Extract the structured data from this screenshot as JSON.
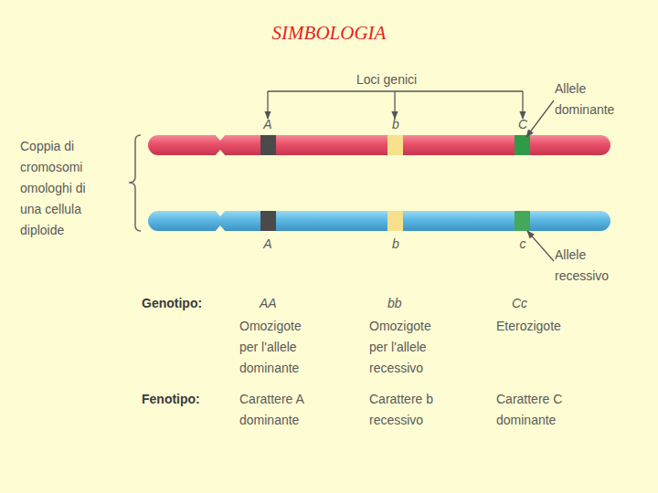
{
  "diagram": {
    "title": "SIMBOLOGIA",
    "labels": [
      "Loci genici",
      "Allele dominante",
      "A",
      "b",
      "C",
      "Coppia di cromosomi omologhi di una cellula diploide",
      "A",
      "b",
      "c",
      "Allele recessivo",
      "Genotipo:",
      "AA",
      "bb",
      "Cc",
      "Omozigote per l'allele dominante",
      "Omozigote per l'allele recessivo",
      "Eterozigote",
      "Fenotipo:",
      "Carattere A dominante",
      "Carattere b recessivo",
      "Carattere C dominante"
    ]
  }
}
